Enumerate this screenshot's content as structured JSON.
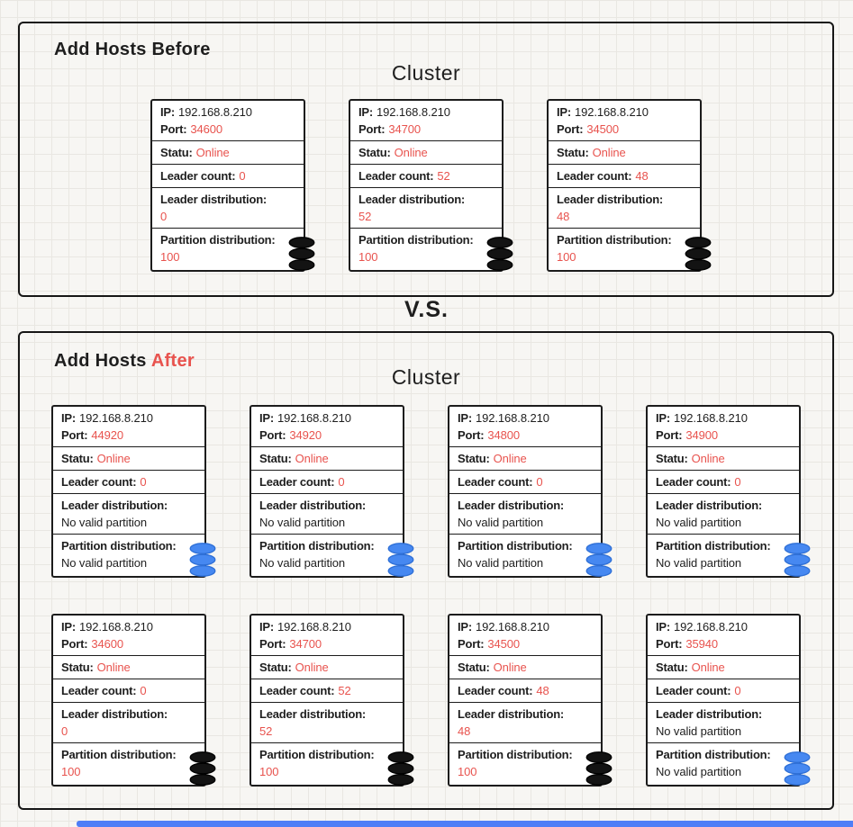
{
  "colors": {
    "accent_red": "#e8534e",
    "ink": "#1e1e1e",
    "db_blue": "#4688f1",
    "db_black": "#131313",
    "background": "#f7f6f3",
    "grid_line": "#e9e7e2",
    "bottom_bar": "#4e7ef7"
  },
  "vs_label": "V.S.",
  "card_labels": {
    "ip": "IP:",
    "port": "Port:",
    "status": "Statu:",
    "leader_count": "Leader count:",
    "leader_distribution": "Leader distribution:",
    "partition_distribution": "Partition distribution:"
  },
  "before": {
    "title": "Add Hosts Before",
    "cluster_label": "Cluster",
    "hosts": [
      {
        "ip": "192.168.8.210",
        "port": "34600",
        "status": "Online",
        "leader_count": "0",
        "leader_distribution": "0",
        "partition_distribution": "100",
        "db_icon": "black"
      },
      {
        "ip": "192.168.8.210",
        "port": "34700",
        "status": "Online",
        "leader_count": "52",
        "leader_distribution": "52",
        "partition_distribution": "100",
        "db_icon": "black"
      },
      {
        "ip": "192.168.8.210",
        "port": "34500",
        "status": "Online",
        "leader_count": "48",
        "leader_distribution": "48",
        "partition_distribution": "100",
        "db_icon": "black"
      }
    ]
  },
  "after": {
    "title_prefix": "Add Hosts ",
    "title_highlight": "After",
    "cluster_label": "Cluster",
    "rows": [
      [
        {
          "ip": "192.168.8.210",
          "port": "44920",
          "status": "Online",
          "leader_count": "0",
          "leader_distribution": "No valid partition",
          "partition_distribution": "No valid partition",
          "db_icon": "blue"
        },
        {
          "ip": "192.168.8.210",
          "port": "34920",
          "status": "Online",
          "leader_count": "0",
          "leader_distribution": "No valid partition",
          "partition_distribution": "No valid partition",
          "db_icon": "blue"
        },
        {
          "ip": "192.168.8.210",
          "port": "34800",
          "status": "Online",
          "leader_count": "0",
          "leader_distribution": "No valid partition",
          "partition_distribution": "No valid partition",
          "db_icon": "blue"
        },
        {
          "ip": "192.168.8.210",
          "port": "34900",
          "status": "Online",
          "leader_count": "0",
          "leader_distribution": "No valid partition",
          "partition_distribution": "No valid partition",
          "db_icon": "blue"
        }
      ],
      [
        {
          "ip": "192.168.8.210",
          "port": "34600",
          "status": "Online",
          "leader_count": "0",
          "leader_distribution": "0",
          "partition_distribution": "100",
          "db_icon": "black"
        },
        {
          "ip": "192.168.8.210",
          "port": "34700",
          "status": "Online",
          "leader_count": "52",
          "leader_distribution": "52",
          "partition_distribution": "100",
          "db_icon": "black"
        },
        {
          "ip": "192.168.8.210",
          "port": "34500",
          "status": "Online",
          "leader_count": "48",
          "leader_distribution": "48",
          "partition_distribution": "100",
          "db_icon": "black"
        },
        {
          "ip": "192.168.8.210",
          "port": "35940",
          "status": "Online",
          "leader_count": "0",
          "leader_distribution": "No valid partition",
          "partition_distribution": "No valid partition",
          "db_icon": "blue"
        }
      ]
    ]
  }
}
